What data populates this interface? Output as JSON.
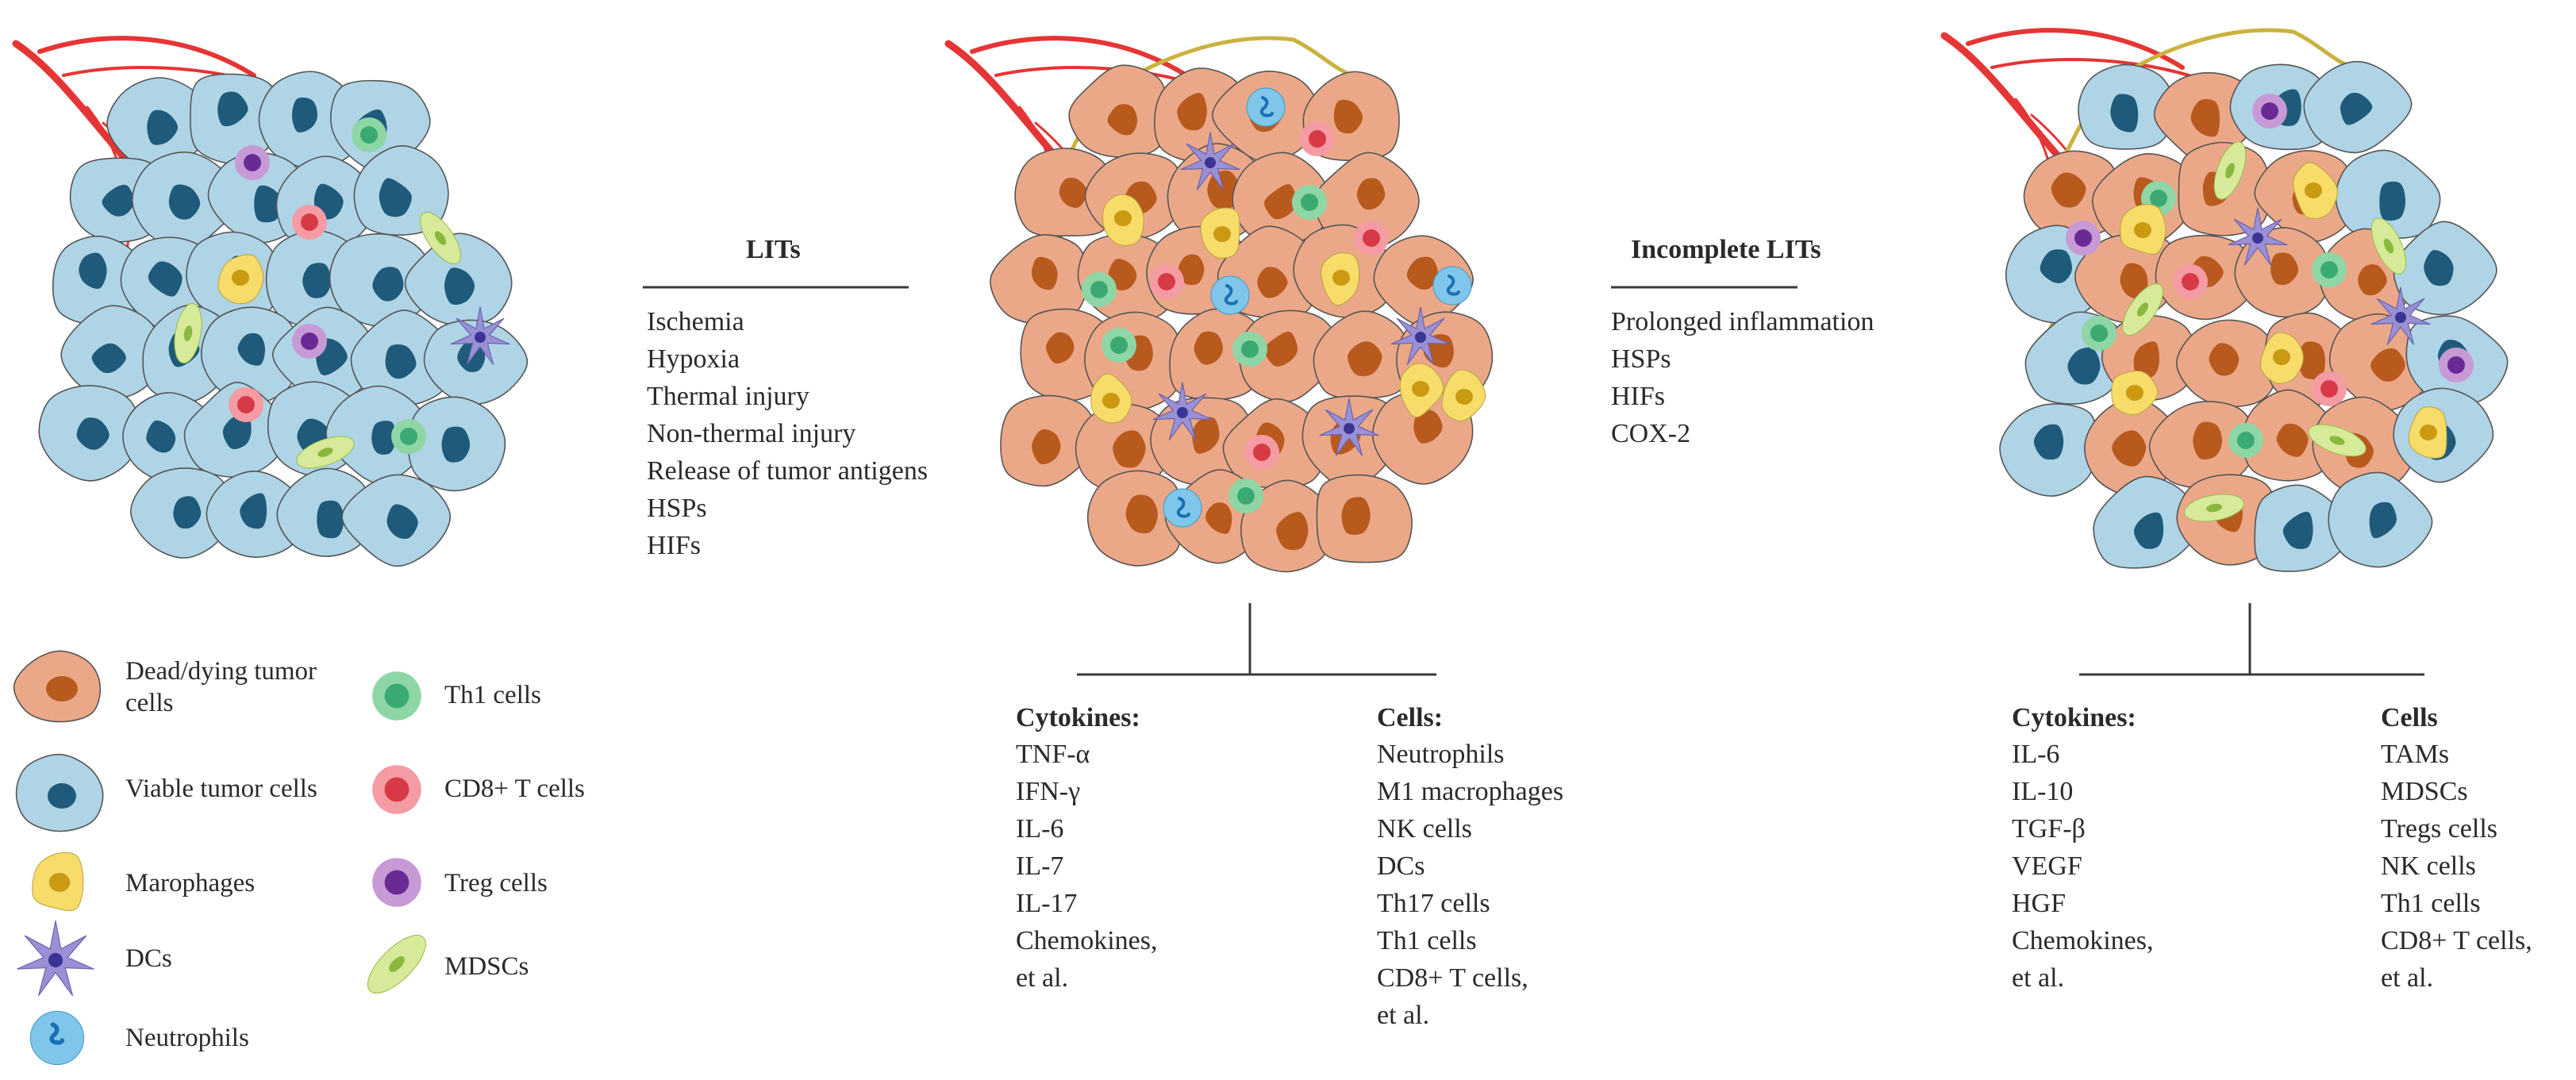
{
  "transition_1": {
    "heading": "LITs",
    "effects": [
      "Ischemia",
      "Hypoxia",
      "Thermal injury",
      "Non-thermal injury",
      "Release of tumor antigens",
      "HSPs",
      "HIFs"
    ]
  },
  "transition_2": {
    "heading": "Incomplete LITs",
    "effects": [
      "Prolonged inflammation",
      "HSPs",
      "HIFs",
      "COX-2"
    ]
  },
  "complete_response": {
    "cytokines_heading": "Cytokines:",
    "cytokines": [
      "TNF-α",
      "IFN-γ",
      "IL-6",
      "IL-7",
      "IL-17",
      "Chemokines,",
      "et al."
    ],
    "cells_heading": "Cells:",
    "cells": [
      "Neutrophils",
      "M1 macrophages",
      "NK cells",
      "DCs",
      "Th17 cells",
      "Th1 cells",
      "CD8+ T cells,",
      "et al."
    ]
  },
  "incomplete_response": {
    "cytokines_heading": "Cytokines:",
    "cytokines": [
      "IL-6",
      "IL-10",
      "TGF-β",
      "VEGF",
      "HGF",
      "Chemokines,",
      "et al."
    ],
    "cells_heading": "Cells",
    "cells": [
      "TAMs",
      "MDSCs",
      "Tregs cells",
      "NK cells",
      "Th1 cells",
      "CD8+ T cells,",
      "et al."
    ]
  },
  "legend": {
    "dead_tumor": [
      "Dead/dying tumor",
      "cells"
    ],
    "viable_tumor": "Viable tumor cells",
    "macrophages": "Marophages",
    "dcs": "DCs",
    "neutrophils": "Neutrophils",
    "th1": "Th1 cells",
    "cd8": "CD8+ T cells",
    "treg": "Treg cells",
    "mdsc": "MDSCs"
  },
  "colors": {
    "viable_cell": "#aed4e6",
    "viable_nucleus": "#1f5a7a",
    "dead_cell": "#eba888",
    "dead_nucleus": "#b85a1e",
    "macrophage": "#f7dc6a",
    "macrophage_core": "#c99a12",
    "dc": "#9a90d4",
    "neutrophil": "#7fc6ea",
    "th1": "#8ed6a6",
    "th1_core": "#3aaa72",
    "cd8": "#f49ba4",
    "cd8_core": "#d73a46",
    "treg": "#c79ad6",
    "treg_core": "#6a2a94",
    "mdsc": "#d6ea9a",
    "mdsc_core": "#8ab83c",
    "artery": "#e53535",
    "lymph": "#cbb240",
    "outline": "#555555"
  }
}
